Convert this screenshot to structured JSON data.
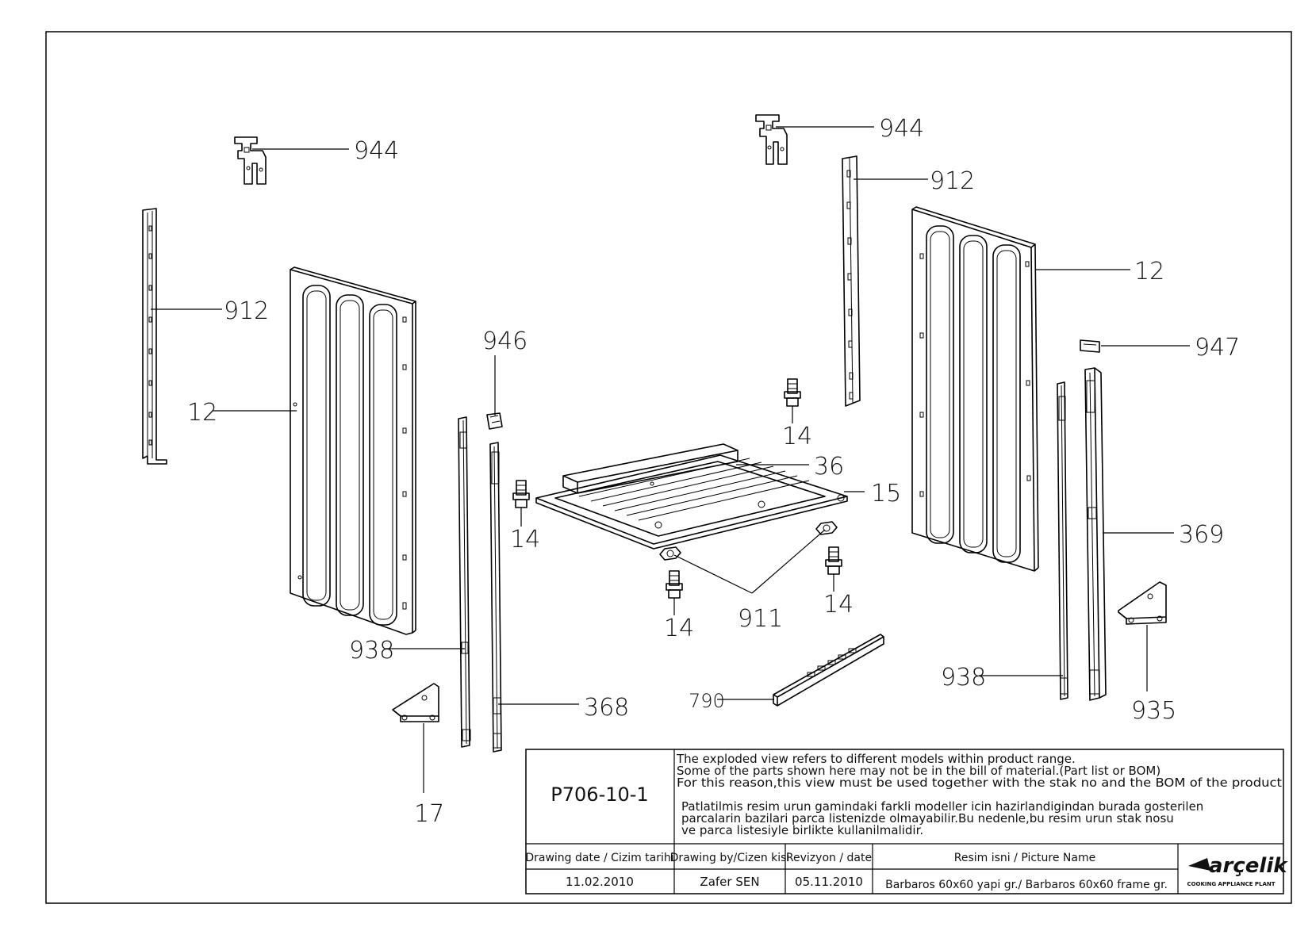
{
  "callouts": [
    {
      "id": "944a",
      "text": "944"
    },
    {
      "id": "944b",
      "text": "944"
    },
    {
      "id": "912a",
      "text": "912"
    },
    {
      "id": "912b",
      "text": "912"
    },
    {
      "id": "12a",
      "text": "12"
    },
    {
      "id": "12b",
      "text": "12"
    },
    {
      "id": "946",
      "text": "946"
    },
    {
      "id": "947",
      "text": "947"
    },
    {
      "id": "14a",
      "text": "14"
    },
    {
      "id": "14b",
      "text": "14"
    },
    {
      "id": "14c",
      "text": "14"
    },
    {
      "id": "14d",
      "text": "14"
    },
    {
      "id": "36",
      "text": "36"
    },
    {
      "id": "15",
      "text": "15"
    },
    {
      "id": "369",
      "text": "369"
    },
    {
      "id": "911",
      "text": "911"
    },
    {
      "id": "938a",
      "text": "938"
    },
    {
      "id": "938b",
      "text": "938"
    },
    {
      "id": "368",
      "text": "368"
    },
    {
      "id": "790",
      "text": "790"
    },
    {
      "id": "935",
      "text": "935"
    },
    {
      "id": "17",
      "text": "17"
    }
  ],
  "title_block": {
    "code": "P706-10-1",
    "note_en": [
      "The exploded view refers to different models within product range.",
      "Some of the parts shown here may not be in the bill of material.(Part list or BOM)",
      "For this reason,this view must be used together with the stak no and the BOM of the product"
    ],
    "note_tr": [
      "Patlatilmis resim urun gamindaki farkli modeller icin hazirlandigindan burada gosterilen",
      "parcalarin bazilari parca listenizde olmayabilir.Bu nedenle,bu resim urun stak nosu",
      "ve parca listesiyle birlikte kullanilmalidir."
    ],
    "headers": {
      "date": "Drawing date / Cizim tarihi",
      "drawn_by": "Drawing by/Cizen kisi",
      "revision": "Revizyon / date",
      "picture": "Resim isni / Picture Name"
    },
    "values": {
      "date": "11.02.2010",
      "drawn_by": "Zafer SEN",
      "revision": "05.11.2010",
      "picture": "Barbaros 60x60 yapi gr./ Barbaros 60x60 frame gr."
    },
    "logo": {
      "brand": "arçelik",
      "subtitle": "COOKING APPLIANCE PLANT"
    }
  }
}
